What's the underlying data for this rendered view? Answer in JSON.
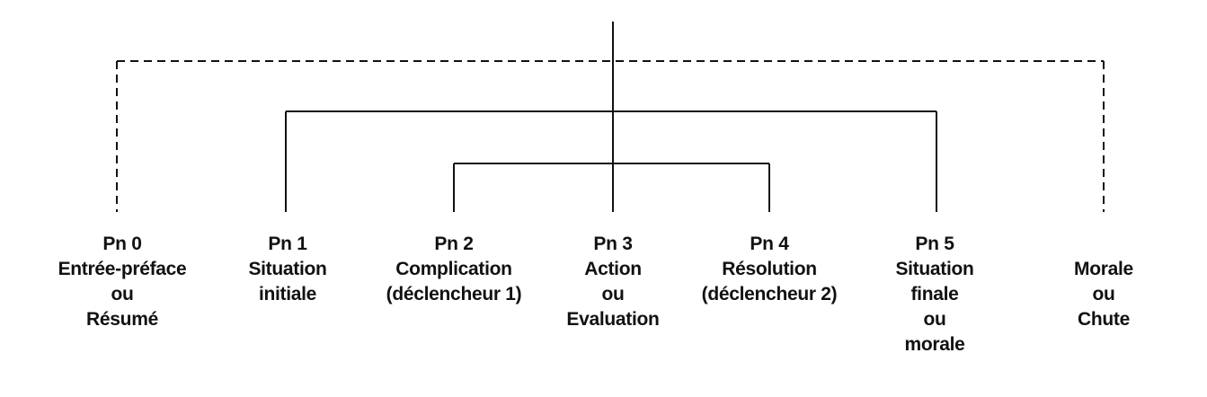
{
  "nodes": [
    {
      "id": "pn0",
      "lines": [
        "Pn 0",
        "Entrée-préface",
        "ou",
        "Résumé"
      ]
    },
    {
      "id": "pn1",
      "lines": [
        "Pn 1",
        "Situation",
        "initiale"
      ]
    },
    {
      "id": "pn2",
      "lines": [
        "Pn 2",
        "Complication",
        "(déclencheur 1)"
      ]
    },
    {
      "id": "pn3",
      "lines": [
        "Pn 3",
        "Action",
        "ou",
        "Evaluation"
      ]
    },
    {
      "id": "pn4",
      "lines": [
        "Pn 4",
        "Résolution",
        "(déclencheur 2)"
      ]
    },
    {
      "id": "pn5",
      "lines": [
        "Pn 5",
        "Situation",
        "finale",
        "ou",
        "morale"
      ]
    },
    {
      "id": "morale",
      "lines": [
        "",
        "Morale",
        "ou",
        "Chute"
      ]
    }
  ],
  "colors": {
    "line": "#111111",
    "text": "#111111",
    "background": "#ffffff"
  }
}
